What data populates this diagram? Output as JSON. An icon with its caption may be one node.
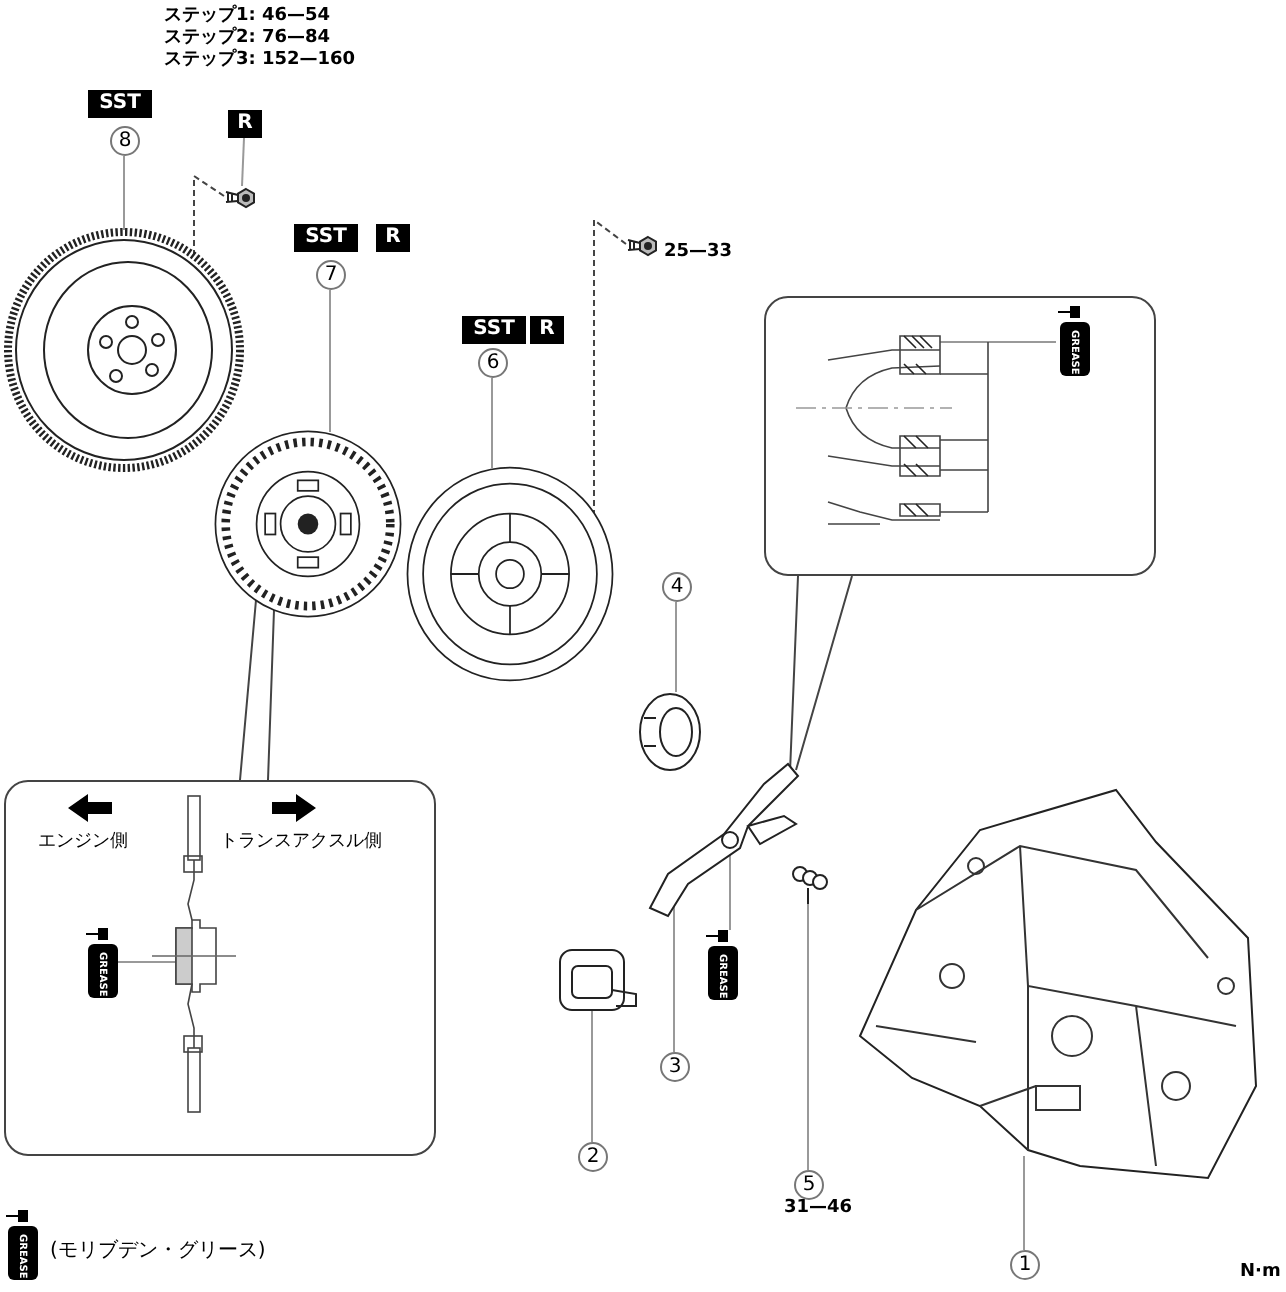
{
  "diagram": {
    "nodes": [
      {
        "text": [
          "8"
        ]
      },
      {
        "text": [
          "SST"
        ]
      },
      {
        "text": [],
        "shape": "picture"
      },
      {
        "text": [
          "R"
        ]
      },
      {
        "text": [],
        "shape": "picture"
      },
      {
        "text": [
          "7"
        ]
      },
      {
        "text": [
          "SST"
        ]
      },
      {
        "text": [
          "R"
        ]
      },
      {
        "text": [],
        "shape": "picture"
      },
      {
        "text": [
          "6"
        ]
      },
      {
        "text": [
          "SST"
        ]
      },
      {
        "text": [
          "R"
        ]
      },
      {
        "text": [],
        "shape": "picture"
      },
      {
        "text": [],
        "shape": "picture"
      },
      {
        "text": [],
        "shape": "box"
      },
      {
        "text": [
          "GREASE"
        ],
        "in": 14
      },
      {
        "text": [
          "4"
        ]
      },
      {
        "text": [],
        "shape": "picture"
      },
      {
        "text": [],
        "shape": "picture"
      },
      {
        "text": [
          "GREASE"
        ]
      },
      {
        "text": [
          "3"
        ]
      },
      {
        "text": [],
        "shape": "picture"
      },
      {
        "text": [
          "2"
        ]
      },
      {
        "text": [],
        "shape": "picture"
      },
      {
        "text": [
          "5"
        ]
      },
      {
        "text": [],
        "shape": "picture"
      },
      {
        "text": [
          "1"
        ]
      },
      {
        "text": [],
        "shape": "box"
      },
      {
        "text": [
          "GREASE"
        ],
        "in": 27
      },
      {
        "text": [
          "GREASE"
        ],
        "beside": [
          "(モリブデン・グリース)"
        ]
      }
    ],
    "edges": [
      {
        "from": 0,
        "to": 2,
        "arrow": "none"
      },
      {
        "from": 3,
        "to": 4,
        "arrow": "none"
      },
      {
        "from": 4,
        "to": 2,
        "arrow": "none",
        "style": "dashed"
      },
      {
        "from": 5,
        "to": 8,
        "arrow": "none"
      },
      {
        "from": 9,
        "to": 12,
        "arrow": "none"
      },
      {
        "from": 13,
        "to": 12,
        "arrow": "none",
        "style": "dashed"
      },
      {
        "from": 14,
        "to": 18,
        "arrow": "none"
      },
      {
        "from": 15,
        "to": null,
        "arrow": "none"
      },
      {
        "from": 16,
        "to": 17,
        "arrow": "none"
      },
      {
        "from": 19,
        "to": 18,
        "arrow": "none"
      },
      {
        "from": 20,
        "to": 18,
        "arrow": "none"
      },
      {
        "from": 22,
        "to": 21,
        "arrow": "none"
      },
      {
        "from": 24,
        "to": 23,
        "arrow": "none"
      },
      {
        "from": 26,
        "to": 25,
        "arrow": "none"
      },
      {
        "from": 27,
        "to": 8,
        "arrow": "none"
      },
      {
        "from": 28,
        "to": null,
        "arrow": "none"
      }
    ],
    "labels": [
      "ステップ1: 46—54",
      "ステップ2: 76—84",
      "ステップ3: 152—160",
      "25—33",
      "エンジン側",
      "トランスアクスル側",
      "31—46",
      "N·m"
    ]
  }
}
